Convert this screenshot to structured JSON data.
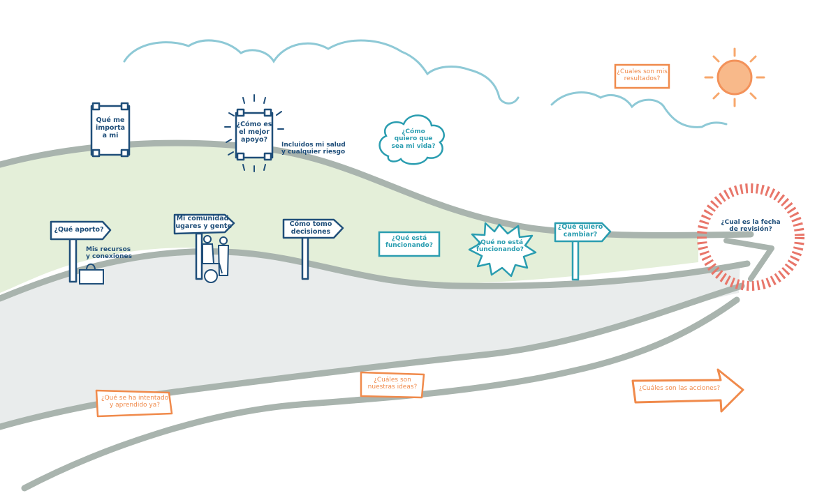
{
  "colors": {
    "navy": "#1f4e79",
    "teal": "#2a9db0",
    "orange": "#f08a4b",
    "road_edge": "#a9b4ae",
    "road_fill": "#e9ecec",
    "hill_fill": "#e4efd9",
    "sky_line": "#8ec9d6",
    "sun": "#f7a76c",
    "target_ring": "#e8766a"
  },
  "signs": {
    "que_me_importa": "Qué me\nimporta\na mi",
    "como_es_mejor_apoyo": "¿Cómo es\nel mejor\napoyo?",
    "incluidos": "Incluidos mi salud\ny cualquier riesgo",
    "que_aporto": "¿Qué aporto?",
    "mis_recursos": "Mis recursos\ny conexiones",
    "mi_comunidad": "Mi comunidad\nlugares y gente",
    "como_tomo_decisiones": "Cómo tomo\ndecisiones",
    "que_quiero_cambiar": "¿Qué quiero\ncambiar?"
  },
  "teal_questions": {
    "como_quiero_vida": "¿Cómo\nquiero que\nsea mi vida?",
    "que_esta_funcionando": "¿Qué está\nfuncionando?",
    "que_no_esta_funcionando": "¿Qué no está\nfuncionando?"
  },
  "orange_questions": {
    "cuales_resultados": "¿Cuales son mis\nresultados?",
    "fecha_revision": "¿Cual es la fecha\nde revisión?",
    "que_se_ha_intentado": "¿Qué se ha intentado\ny aprendido ya?",
    "cuales_ideas": "¿Cuáles son\nnuestras ideas?",
    "cuales_acciones": "¿Cuáles son las acciones?"
  }
}
